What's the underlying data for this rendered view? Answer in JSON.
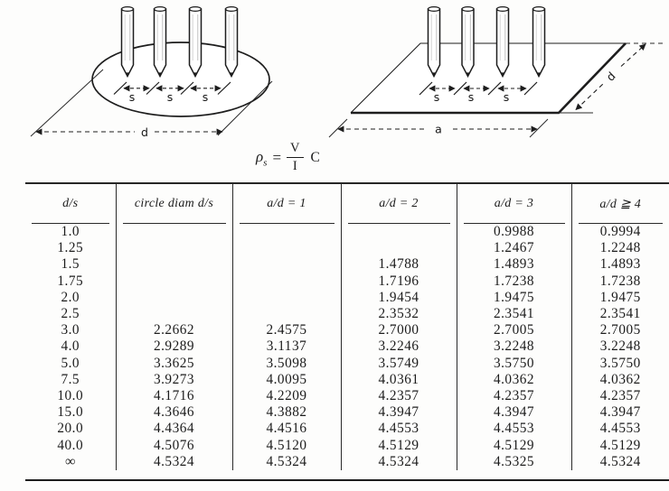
{
  "figure": {
    "circle_diagram": {
      "s_labels": [
        "s",
        "s",
        "s"
      ],
      "d_label": "d"
    },
    "square_diagram": {
      "s_labels": [
        "s",
        "s",
        "s"
      ],
      "a_label": "a",
      "d_label": "d"
    }
  },
  "formula": {
    "rho": "ρ",
    "sub": "s",
    "equals": "=",
    "numerator": "V",
    "denominator": "I",
    "constant": "C"
  },
  "table": {
    "columns": [
      "d/s",
      "circle diam d/s",
      "a/d = 1",
      "a/d = 2",
      "a/d = 3",
      "a/d ≧ 4"
    ],
    "rows": [
      [
        "1.0",
        "",
        "",
        "",
        "0.9988",
        "0.9994"
      ],
      [
        "1.25",
        "",
        "",
        "",
        "1.2467",
        "1.2248"
      ],
      [
        "1.5",
        "",
        "",
        "1.4788",
        "1.4893",
        "1.4893"
      ],
      [
        "1.75",
        "",
        "",
        "1.7196",
        "1.7238",
        "1.7238"
      ],
      [
        "2.0",
        "",
        "",
        "1.9454",
        "1.9475",
        "1.9475"
      ],
      [
        "2.5",
        "",
        "",
        "2.3532",
        "2.3541",
        "2.3541"
      ],
      [
        "3.0",
        "2.2662",
        "2.4575",
        "2.7000",
        "2.7005",
        "2.7005"
      ],
      [
        "4.0",
        "2.9289",
        "3.1137",
        "3.2246",
        "3.2248",
        "3.2248"
      ],
      [
        "5.0",
        "3.3625",
        "3.5098",
        "3.5749",
        "3.5750",
        "3.5750"
      ],
      [
        "7.5",
        "3.9273",
        "4.0095",
        "4.0361",
        "4.0362",
        "4.0362"
      ],
      [
        "10.0",
        "4.1716",
        "4.2209",
        "4.2357",
        "4.2357",
        "4.2357"
      ],
      [
        "15.0",
        "4.3646",
        "4.3882",
        "4.3947",
        "4.3947",
        "4.3947"
      ],
      [
        "20.0",
        "4.4364",
        "4.4516",
        "4.4553",
        "4.4553",
        "4.4553"
      ],
      [
        "40.0",
        "4.5076",
        "4.5120",
        "4.5129",
        "4.5129",
        "4.5129"
      ],
      [
        "∞",
        "4.5324",
        "4.5324",
        "4.5324",
        "4.5325",
        "4.5324"
      ]
    ]
  }
}
